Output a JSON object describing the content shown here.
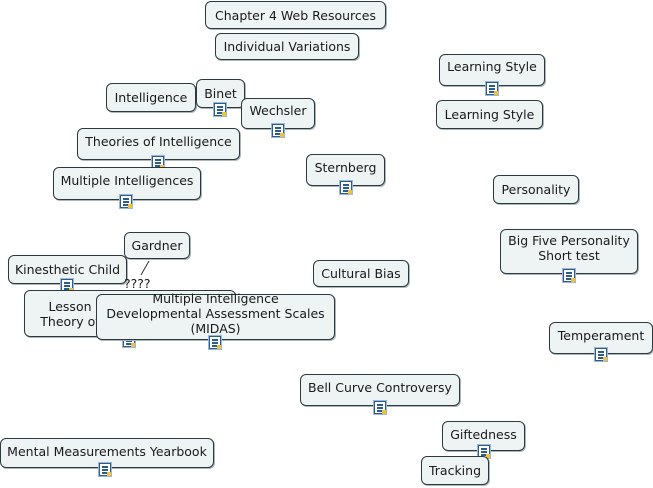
{
  "nodes": {
    "chapter_title": "Chapter 4 Web Resources",
    "individual_variations": "Individual Variations",
    "learning_style_1": "Learning Style",
    "learning_style_2": "Learning Style",
    "intelligence": "Intelligence",
    "binet": "Binet",
    "wechsler": "Wechsler",
    "theories_of_intelligence": "Theories of Intelligence",
    "sternberg": "Sternberg",
    "multiple_intelligences": "Multiple Intelligences",
    "personality": "Personality",
    "gardner": "Gardner",
    "big_five": "Big Five Personality Short test",
    "kinesthetic_child": "Kinesthetic Child",
    "cultural_bias": "Cultural Bias",
    "lesson_line1": "Lesson",
    "lesson_line2": "Theory of",
    "midas": "Multiple Intelligence Developmental Assessment Scales (MIDAS)",
    "temperament": "Temperament",
    "bell_curve": "Bell Curve Controversy",
    "mental_measurements": "Mental Measurements Yearbook",
    "giftedness": "Giftedness",
    "tracking": "Tracking"
  },
  "annotations": {
    "question_marks": "????"
  },
  "icons": {
    "note": "note-icon"
  },
  "colors": {
    "node_fill": "#eef3f4",
    "node_border": "#2a3a40",
    "icon_blue": "#2c5d8a"
  }
}
